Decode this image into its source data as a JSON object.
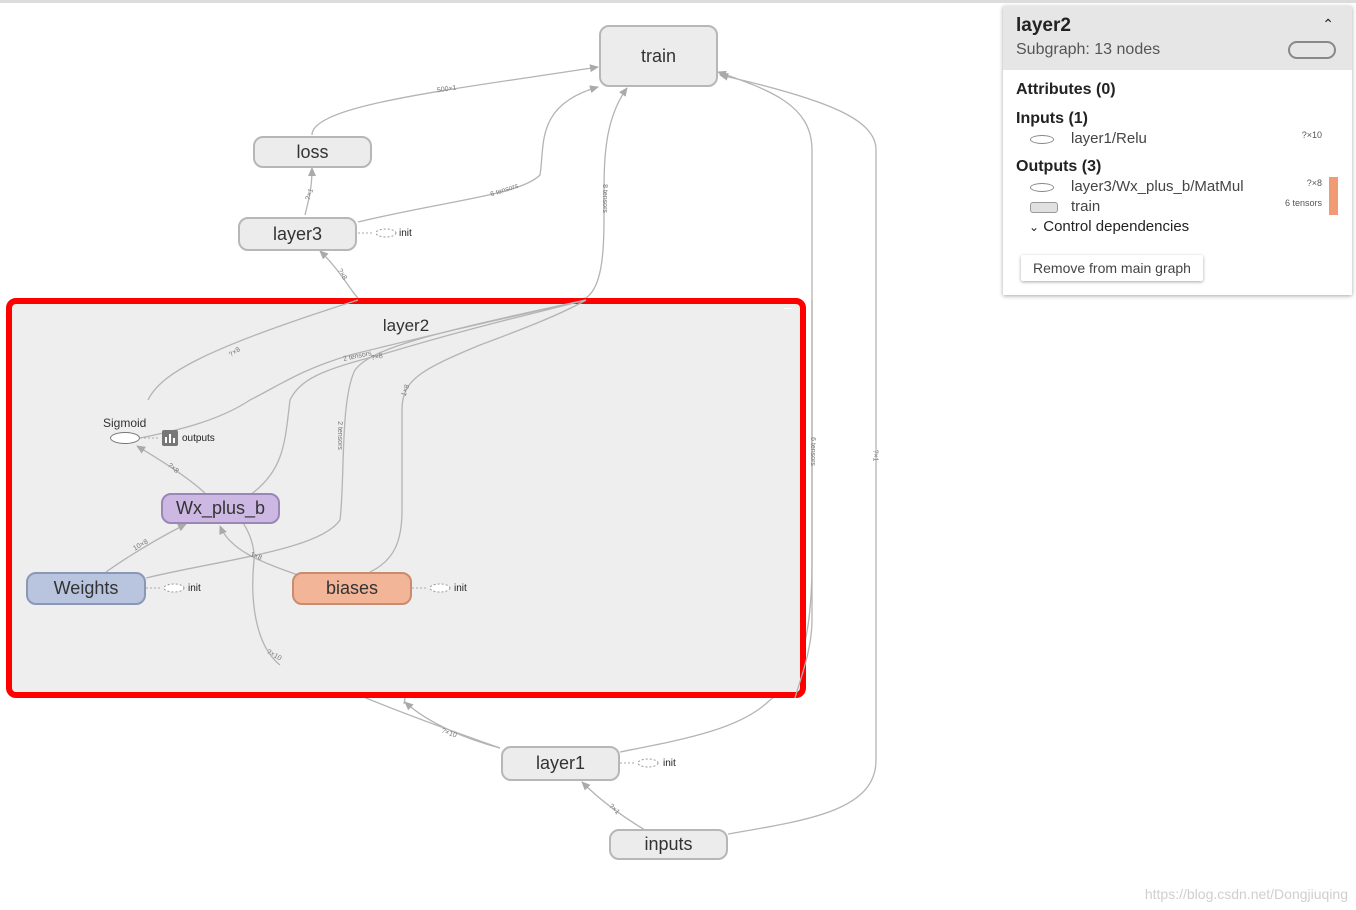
{
  "graph": {
    "nodes": {
      "train": "train",
      "loss": "loss",
      "layer3": "layer3",
      "layer1": "layer1",
      "inputs": "inputs",
      "weights": "Weights",
      "wx_plus_b": "Wx_plus_b",
      "biases": "biases",
      "sigmoid": "Sigmoid",
      "outputs": "outputs",
      "init": "init"
    },
    "group_title": "layer2",
    "edge_labels": {
      "loss_train": "500×1",
      "layer3_loss": "?×1",
      "layer3_train": "6 tensors",
      "layer2_train": "8 tensors",
      "layer2_layer3": "?×8",
      "sigmoid_out": "?×8",
      "two_tensors": "2 tensors",
      "q8": "?×8",
      "weights_wx": "10×8",
      "wx_sigmoid": "?×8",
      "biases_wx": "1×8",
      "layer1_in": "?×10",
      "layer1_wx": "?×10",
      "inputs_layer1": "?×1",
      "inputs_train": "?×1",
      "layer1_train": "6 tensors",
      "biases_up": "1×8",
      "weights_up": "2 tensors"
    }
  },
  "panel": {
    "title": "layer2",
    "subtitle": "Subgraph: 13 nodes",
    "attributes": "Attributes (0)",
    "inputs_header": "Inputs (1)",
    "inputs": [
      {
        "name": "layer1/Relu",
        "shape": "?×10"
      }
    ],
    "outputs_header": "Outputs (3)",
    "outputs": [
      {
        "name": "layer3/Wx_plus_b/MatMul",
        "shape": "?×8"
      },
      {
        "name": "train",
        "shape": "6 tensors"
      }
    ],
    "control_deps": "Control dependencies",
    "remove_button": "Remove from main graph",
    "accent_color": "#f29a73"
  },
  "watermark": "https://blog.csdn.net/Dongjiuqing"
}
